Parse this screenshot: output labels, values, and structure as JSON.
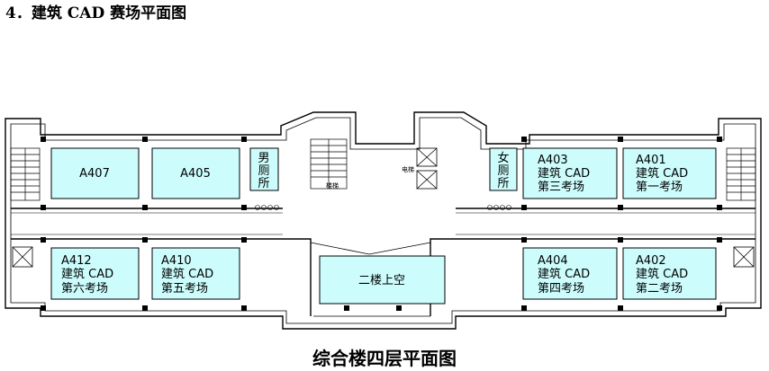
{
  "page": {
    "heading": "4．建筑 CAD 赛场平面图",
    "caption": "综合楼四层平面图"
  },
  "colors": {
    "room_fill": "#ccfcfc",
    "wall": "#000000",
    "background": "#ffffff"
  },
  "rooms": {
    "a407": {
      "lines": [
        "A407"
      ]
    },
    "a405": {
      "lines": [
        "A405"
      ]
    },
    "mens_toilet": {
      "lines": [
        "男",
        "厕",
        "所"
      ]
    },
    "womens_toilet": {
      "lines": [
        "女",
        "厕",
        "所"
      ]
    },
    "a403": {
      "lines": [
        "A403",
        "建筑 CAD",
        "第三考场"
      ]
    },
    "a401": {
      "lines": [
        "A401",
        "建筑 CAD",
        "第一考场"
      ]
    },
    "a412": {
      "lines": [
        "A412",
        "建筑 CAD",
        "第六考场"
      ]
    },
    "a410": {
      "lines": [
        "A410",
        "建筑 CAD",
        "第五考场"
      ]
    },
    "void": {
      "lines": [
        "二楼上空"
      ]
    },
    "a404": {
      "lines": [
        "A404",
        "建筑 CAD",
        "第四考场"
      ]
    },
    "a402": {
      "lines": [
        "A402",
        "建筑 CAD",
        "第二考场"
      ]
    }
  },
  "labels": {
    "elevator": "电梯",
    "stair": "楼梯"
  }
}
